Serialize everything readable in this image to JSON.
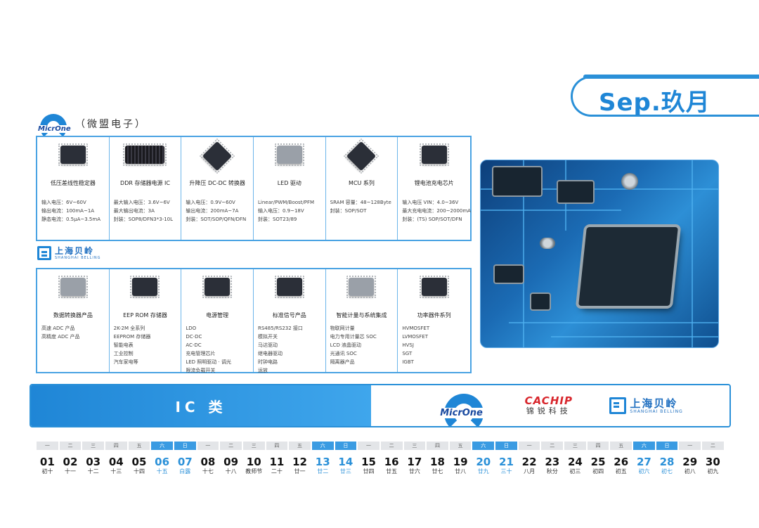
{
  "month_label": "Sep.玖月",
  "microne": {
    "logo_text": "MicrOne",
    "brand_name": "（微盟电子）",
    "products": [
      {
        "name": "低压差线性稳定器",
        "specs": [
          "输入电压：6V~60V",
          "输出电流：100mA~1A",
          "静态电流：0.5μA~3.5mA"
        ]
      },
      {
        "name": "DDR 存储器电源 IC",
        "specs": [
          "最大输入电压：3.6V~6V",
          "最大输出电流：3A",
          "封装：SOP8/DFN3*3-10L"
        ]
      },
      {
        "name": "升降压 DC-DC 转换器",
        "specs": [
          "输入电压：0.9V~60V",
          "输出电流：200mA~7A",
          "封装：SOT/SOP/QFN/DFN"
        ]
      },
      {
        "name": "LED 驱动",
        "specs": [
          "Linear/PWM/Boost/PFM",
          "输入电压：0.9~18V",
          "封装：SOT23/89"
        ]
      },
      {
        "name": "MCU 系列",
        "specs": [
          "SRAM 容量：48~128Byte",
          "封装：SOP/SOT"
        ]
      },
      {
        "name": "锂电池充电芯片",
        "specs": [
          "输入电压 VIN：4.0~36V",
          "最大充电电流：200~2000mA",
          "封装：(TS) SOP/SOT/DFN"
        ]
      }
    ]
  },
  "shanghai_belling": {
    "logo_cn": "上海贝岭",
    "logo_en": "SHANGHAI BELLING",
    "products": [
      {
        "name": "数据转换器产品",
        "specs": [
          "高速 ADC 产品",
          "高精度 ADC 产品"
        ]
      },
      {
        "name": "EEP ROM 存储器",
        "specs": [
          "2K-2M 全系列",
          "EEPROM 存储器",
          "智能电表",
          "工业控制",
          "汽车家电等"
        ]
      },
      {
        "name": "电源管理",
        "specs": [
          "LDO",
          "DC-DC",
          "AC-DC",
          "充电管理芯片",
          "LED 照明驱动 · 调光",
          "限流负载开关"
        ]
      },
      {
        "name": "标准信号产品",
        "specs": [
          "RS485/RS232 接口",
          "模拟开关",
          "马达驱动",
          "继电器驱动",
          "时钟电路",
          "运放"
        ]
      },
      {
        "name": "智能计量与系统集成",
        "specs": [
          "物联网计量",
          "电力专用计量芯 SOC",
          "LCD 液晶驱动",
          "光通讯 SOC",
          "隔离器产品"
        ]
      },
      {
        "name": "功率器件系列",
        "specs": [
          "HVMOSFET",
          "LVMOSFET",
          "HVSJ",
          "SGT",
          "IGBT"
        ]
      }
    ]
  },
  "ic_band": {
    "label": "IC 类",
    "partner_microne": "MicrOne",
    "partner_cachip_en": "CACHIP",
    "partner_cachip_cn": "锦锐科技",
    "partner_belling_cn": "上海贝岭",
    "partner_belling_en": "SHANGHAI BELLING"
  },
  "calendar": [
    {
      "wd": "一",
      "d": "01",
      "l": "初十",
      "we": false
    },
    {
      "wd": "二",
      "d": "02",
      "l": "十一",
      "we": false
    },
    {
      "wd": "三",
      "d": "03",
      "l": "十二",
      "we": false
    },
    {
      "wd": "四",
      "d": "04",
      "l": "十三",
      "we": false
    },
    {
      "wd": "五",
      "d": "05",
      "l": "十四",
      "we": false
    },
    {
      "wd": "六",
      "d": "06",
      "l": "十五",
      "we": true
    },
    {
      "wd": "日",
      "d": "07",
      "l": "白露",
      "we": true
    },
    {
      "wd": "一",
      "d": "08",
      "l": "十七",
      "we": false
    },
    {
      "wd": "二",
      "d": "09",
      "l": "十八",
      "we": false
    },
    {
      "wd": "三",
      "d": "10",
      "l": "教师节",
      "we": false
    },
    {
      "wd": "四",
      "d": "11",
      "l": "二十",
      "we": false
    },
    {
      "wd": "五",
      "d": "12",
      "l": "廿一",
      "we": false
    },
    {
      "wd": "六",
      "d": "13",
      "l": "廿二",
      "we": true
    },
    {
      "wd": "日",
      "d": "14",
      "l": "廿三",
      "we": true
    },
    {
      "wd": "一",
      "d": "15",
      "l": "廿四",
      "we": false
    },
    {
      "wd": "二",
      "d": "16",
      "l": "廿五",
      "we": false
    },
    {
      "wd": "三",
      "d": "17",
      "l": "廿六",
      "we": false
    },
    {
      "wd": "四",
      "d": "18",
      "l": "廿七",
      "we": false
    },
    {
      "wd": "五",
      "d": "19",
      "l": "廿八",
      "we": false
    },
    {
      "wd": "六",
      "d": "20",
      "l": "廿九",
      "we": true
    },
    {
      "wd": "日",
      "d": "21",
      "l": "三十",
      "we": true
    },
    {
      "wd": "一",
      "d": "22",
      "l": "八月",
      "we": false
    },
    {
      "wd": "二",
      "d": "23",
      "l": "秋分",
      "we": false
    },
    {
      "wd": "三",
      "d": "24",
      "l": "初三",
      "we": false
    },
    {
      "wd": "四",
      "d": "25",
      "l": "初四",
      "we": false
    },
    {
      "wd": "五",
      "d": "26",
      "l": "初五",
      "we": false
    },
    {
      "wd": "六",
      "d": "27",
      "l": "初六",
      "we": true
    },
    {
      "wd": "日",
      "d": "28",
      "l": "初七",
      "we": true
    },
    {
      "wd": "一",
      "d": "29",
      "l": "初八",
      "we": false
    },
    {
      "wd": "二",
      "d": "30",
      "l": "初九",
      "we": false
    }
  ],
  "colors": {
    "accent": "#1f86d6",
    "weekend": "#2a90d8",
    "cachip_red": "#d8262c"
  }
}
